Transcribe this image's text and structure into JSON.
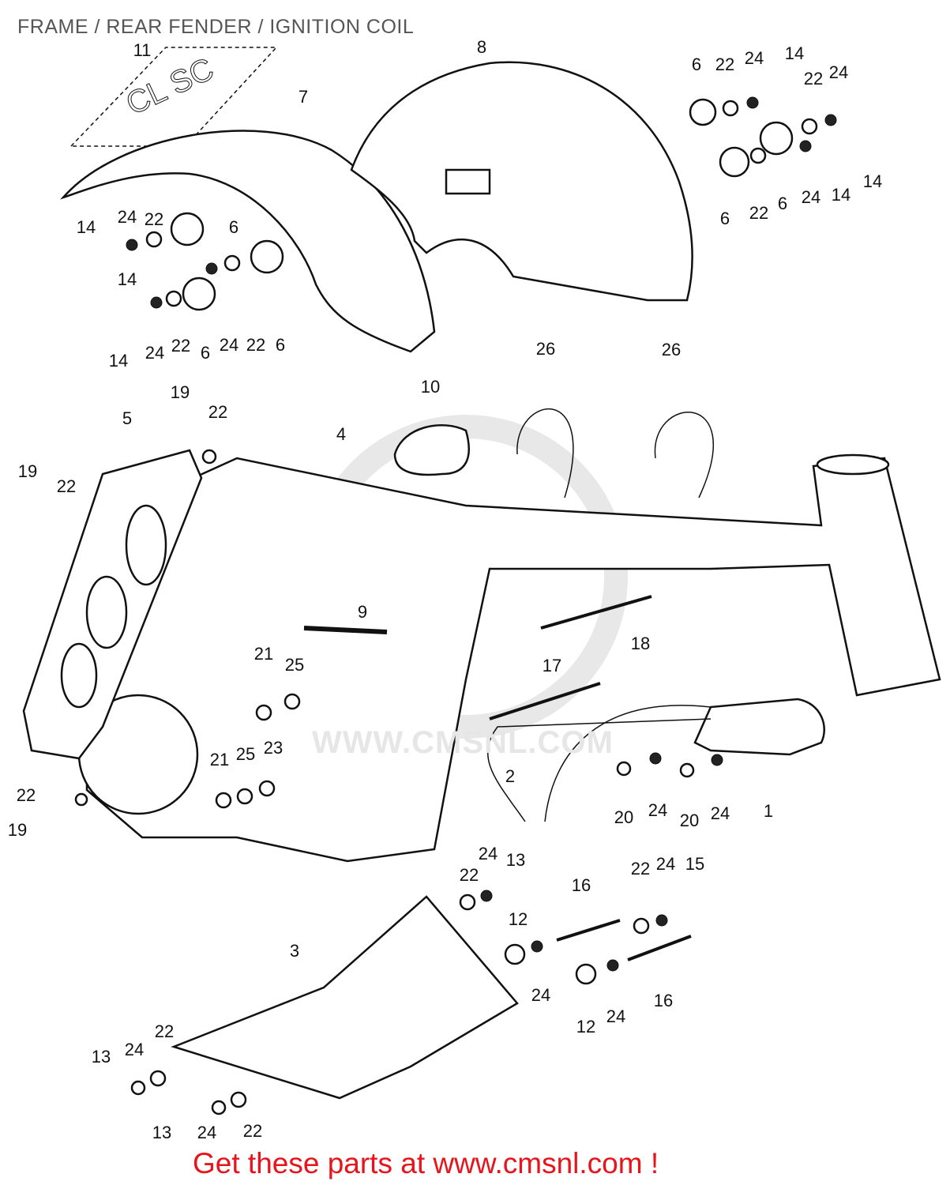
{
  "title": "FRAME / REAR FENDER  / IGNITION COIL",
  "footer": "Get these parts at www.cmsnl.com !",
  "watermark": "WWW.CMSNL.COM",
  "colors": {
    "footer": "#e8141b",
    "title": "#555555",
    "line": "#111111"
  },
  "callouts": [
    "11",
    "8",
    "7",
    "6",
    "22",
    "24",
    "14",
    "22",
    "24",
    "14",
    "14",
    "24",
    "6",
    "22",
    "6",
    "14",
    "24",
    "22",
    "6",
    "14",
    "14",
    "24",
    "22",
    "6",
    "24",
    "22",
    "6",
    "26",
    "26",
    "10",
    "19",
    "22",
    "5",
    "4",
    "19",
    "22",
    "9",
    "18",
    "17",
    "21",
    "25",
    "21",
    "25",
    "23",
    "2",
    "20",
    "24",
    "20",
    "24",
    "1",
    "22",
    "19",
    "24",
    "13",
    "22",
    "22",
    "24",
    "15",
    "16",
    "12",
    "24",
    "12",
    "24",
    "16",
    "3",
    "13",
    "24",
    "22",
    "13",
    "24",
    "22"
  ]
}
